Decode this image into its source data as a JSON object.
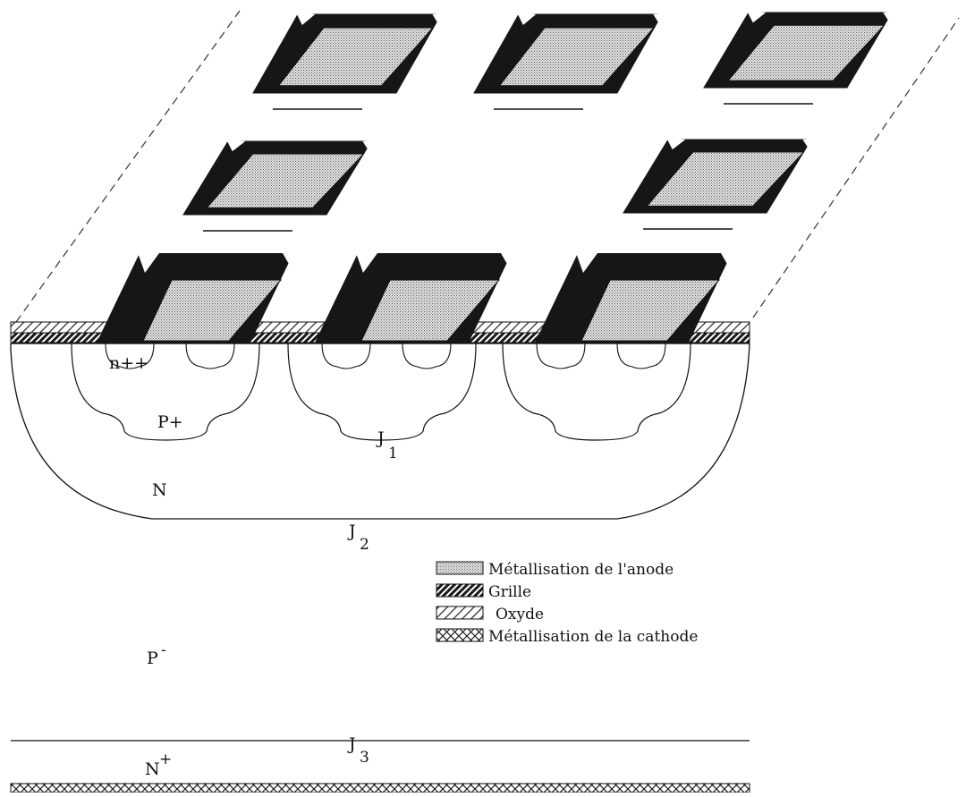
{
  "labels": {
    "n_plus_plus": "n++",
    "p_plus": "P+",
    "j1_letter": "J",
    "j1_index": "1",
    "n_region": "N",
    "j2_letter": "J",
    "j2_index": "2",
    "p_minus_letter": "P",
    "p_minus_sup": "-",
    "j3_letter": "J",
    "j3_index": "3",
    "n_plus_letter": "N",
    "n_plus_sup": "+"
  },
  "legend": [
    {
      "text": "Métallisation de l'anode",
      "pattern": "dots"
    },
    {
      "text": "Grille",
      "pattern": "dense-hatch"
    },
    {
      "text": "Oxyde",
      "pattern": "light-hatch"
    },
    {
      "text": "Métallisation de la cathode",
      "pattern": "crosshatch"
    }
  ],
  "colors": {
    "ink": "#111111",
    "cell_dark": "#161616",
    "metal_fill": "#cfcfcf",
    "background": "#ffffff"
  }
}
